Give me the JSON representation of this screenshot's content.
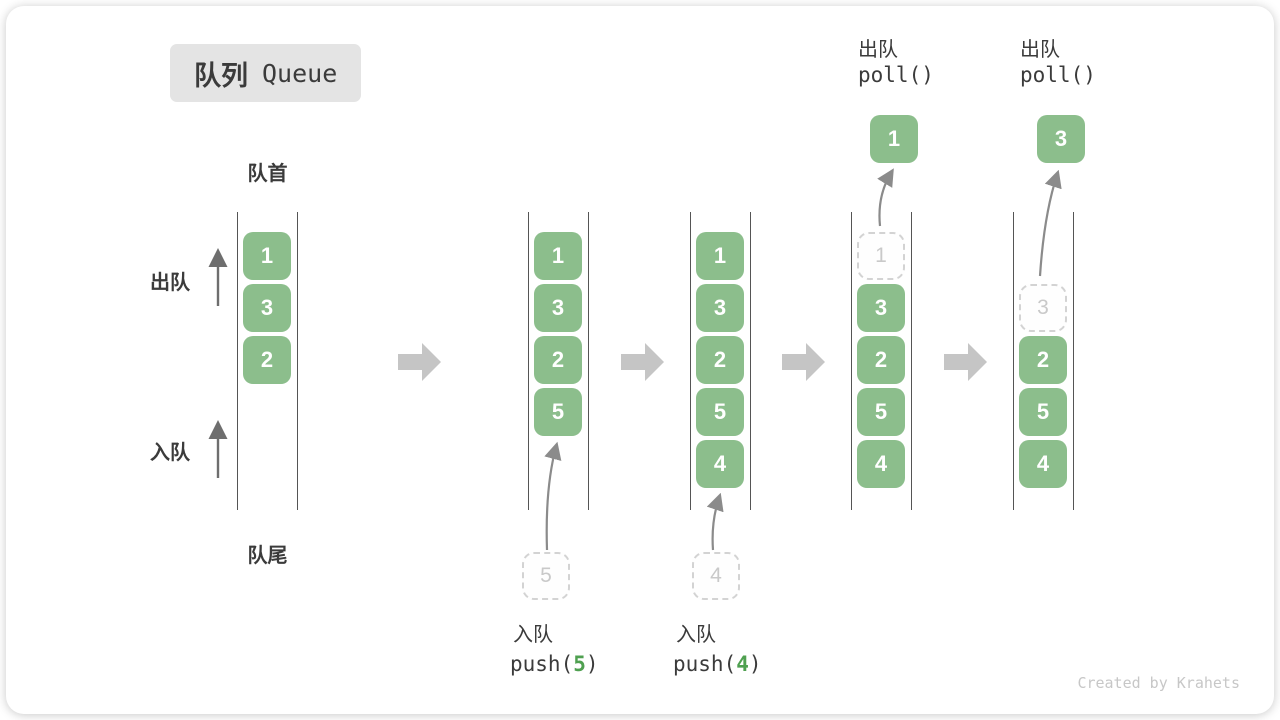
{
  "title": {
    "zh": "队列",
    "en": "Queue"
  },
  "front_label": "队首",
  "rear_label": "队尾",
  "side_labels": {
    "dequeue": "出队",
    "enqueue": "入队"
  },
  "columns": [
    {
      "cells": [
        "1",
        "3",
        "2"
      ]
    },
    {
      "cells": [
        "1",
        "3",
        "2",
        "5"
      ],
      "ghost": "5",
      "op": {
        "label": "入队",
        "fn_open": "push(",
        "arg": "5",
        "fn_close": ")"
      }
    },
    {
      "cells": [
        "1",
        "3",
        "2",
        "5",
        "4"
      ],
      "ghost": "4",
      "op": {
        "label": "入队",
        "fn_open": "push(",
        "arg": "4",
        "fn_close": ")"
      }
    },
    {
      "ghost": "1",
      "cells": [
        "3",
        "2",
        "5",
        "4"
      ],
      "popped": "1",
      "op": {
        "label": "出队",
        "fn": "poll()"
      }
    },
    {
      "ghost": "3",
      "cells": [
        "2",
        "5",
        "4"
      ],
      "popped": "3",
      "op": {
        "label": "出队",
        "fn": "poll()"
      }
    }
  ],
  "watermark": "Created by Krahets",
  "colors": {
    "cell_green": "#8cbe8c",
    "code_arg_green": "#4fa050",
    "block_arrow_gray": "#c5c5c5",
    "text_dark": "#3b3b3b",
    "ghost_gray": "#c9c9c9"
  }
}
